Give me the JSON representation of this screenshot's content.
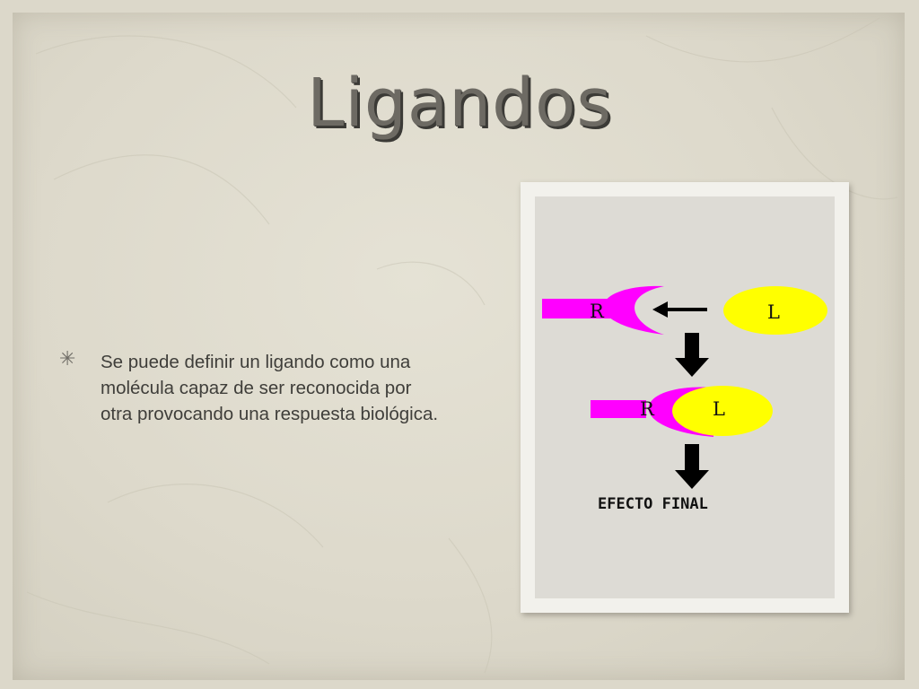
{
  "slide": {
    "title": "Ligandos",
    "bullet_text": "Se puede definir un ligando como una molécula capaz de ser reconocida por otra provocando una respuesta biológica."
  },
  "diagram": {
    "receptor_label_top": "R",
    "ligand_label_top": "L",
    "receptor_label_bound": "R",
    "ligand_label_bound": "L",
    "final_label": "EFECTO FINAL"
  },
  "colors": {
    "receptor": "#ff00ff",
    "ligand": "#ffff00",
    "background": "#dcd8ca",
    "title": "#6d6a63"
  },
  "icons": {
    "bullet": "asterisk-icon"
  }
}
